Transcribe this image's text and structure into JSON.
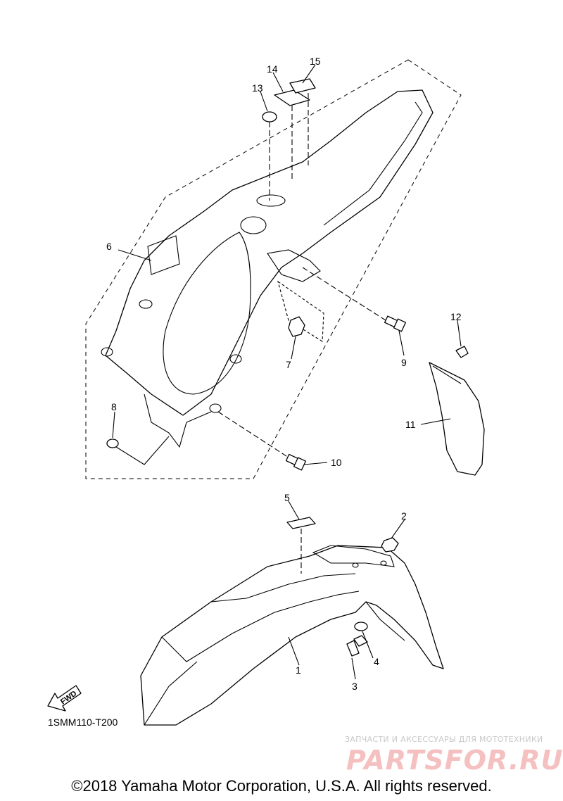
{
  "diagram": {
    "code": "1SMM110-T200",
    "fwd_label": "FWD",
    "copyright": "©2018 Yamaha Motor Corporation, U.S.A. All rights reserved.",
    "watermark_line": "ЗАПЧАСТИ И АКСЕССУАРЫ ДЛЯ МОТОТЕХНИКИ",
    "watermark_logo": "PARTSFOR.RU",
    "callouts": [
      "1",
      "2",
      "3",
      "4",
      "5",
      "6",
      "7",
      "8",
      "9",
      "10",
      "11",
      "12",
      "13",
      "14",
      "15"
    ]
  }
}
